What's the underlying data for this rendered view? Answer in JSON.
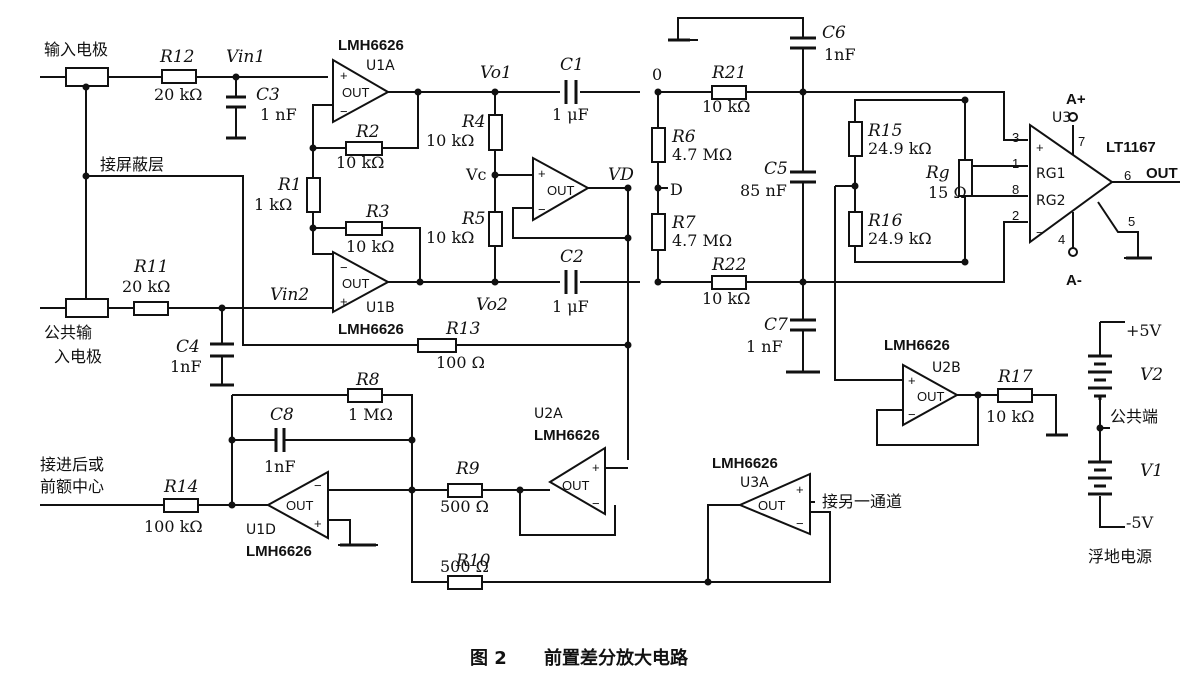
{
  "caption": {
    "figure_number": "图 2",
    "title": "前置差分放大电路"
  },
  "terminals": {
    "input_electrode": "输入电极",
    "common_input_line1": "公共输",
    "common_input_line2": "入电极",
    "shield_layer": "接屏蔽层",
    "posterior_line1": "接进后或",
    "posterior_line2": "前额中心",
    "other_channel": "接另一通道",
    "power_common": "公共端",
    "floating_power": "浮地电源",
    "out": "OUT"
  },
  "nets": {
    "vin1": "Vin1",
    "vin2": "Vin2",
    "vo1": "Vo1",
    "vo2": "Vo2",
    "vc": "Vc",
    "vd": "VD",
    "zero": "0",
    "d": "D",
    "aplus": "A+",
    "aminus": "A-"
  },
  "components": {
    "R12": {
      "ref": "R12",
      "value": "20 kΩ"
    },
    "R11": {
      "ref": "R11",
      "value": "20 kΩ"
    },
    "R2": {
      "ref": "R2",
      "value": "10 kΩ"
    },
    "R1": {
      "ref": "R1",
      "value": "1 kΩ"
    },
    "R3": {
      "ref": "R3",
      "value": "10 kΩ"
    },
    "R4": {
      "ref": "R4",
      "value": "10 kΩ"
    },
    "R5": {
      "ref": "R5",
      "value": "10 kΩ"
    },
    "R6": {
      "ref": "R6",
      "value": "4.7 MΩ"
    },
    "R7": {
      "ref": "R7",
      "value": "4.7 MΩ"
    },
    "R21": {
      "ref": "R21",
      "value": "10 kΩ"
    },
    "R22": {
      "ref": "R22",
      "value": "10 kΩ"
    },
    "R13": {
      "ref": "R13",
      "value": "100 Ω"
    },
    "R15": {
      "ref": "R15",
      "value": "24.9 kΩ"
    },
    "R16": {
      "ref": "R16",
      "value": "24.9 kΩ"
    },
    "Rg": {
      "ref": "Rg",
      "value": "15 Ω"
    },
    "R17": {
      "ref": "R17",
      "value": "10 kΩ"
    },
    "R8": {
      "ref": "R8",
      "value": "1 MΩ"
    },
    "R9": {
      "ref": "R9",
      "value": "500 Ω"
    },
    "R10": {
      "ref": "R10",
      "value": "500 Ω"
    },
    "R14": {
      "ref": "R14",
      "value": "100 kΩ"
    },
    "C1": {
      "ref": "C1",
      "value": "1 μF"
    },
    "C2": {
      "ref": "C2",
      "value": "1 μF"
    },
    "C3": {
      "ref": "C3",
      "value": "1 nF"
    },
    "C4": {
      "ref": "C4",
      "value": "1nF"
    },
    "C5": {
      "ref": "C5",
      "value": "85 nF"
    },
    "C6": {
      "ref": "C6",
      "value": "1nF"
    },
    "C7": {
      "ref": "C7",
      "value": "1 nF"
    },
    "C8": {
      "ref": "C8",
      "value": "1nF"
    },
    "V1": {
      "ref": "V1",
      "value": "-5V"
    },
    "V2": {
      "ref": "V2",
      "value": "+5V"
    }
  },
  "chips": {
    "u1a": {
      "ref": "U1A",
      "part": "LMH6626"
    },
    "u1b": {
      "ref": "U1B",
      "part": "LMH6626"
    },
    "u1d": {
      "ref": "U1D",
      "part": "LMH6626"
    },
    "u2a": {
      "ref": "U2A",
      "part": "LMH6626"
    },
    "u2b": {
      "ref": "U2B",
      "part": "LMH6626"
    },
    "u3a": {
      "ref": "U3A",
      "part": "LMH6626"
    },
    "u3": {
      "ref": "U3",
      "part": "LT1167",
      "rg1": "RG1",
      "rg2": "RG2"
    }
  },
  "opamp_text": {
    "out": "OUT",
    "plus": "+",
    "minus": "−"
  },
  "pins": {
    "p1": "1",
    "p2": "2",
    "p3": "3",
    "p4": "4",
    "p5": "5",
    "p6": "6",
    "p7": "7",
    "p8": "8"
  }
}
